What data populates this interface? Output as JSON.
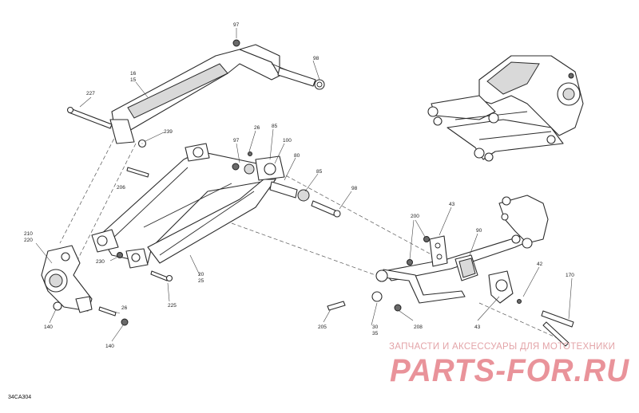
{
  "diagram": {
    "callouts": {
      "c97a": "97",
      "c98a": "98",
      "c15": "15",
      "c16": "16",
      "c227": "227",
      "c239": "239",
      "c26a": "26",
      "c85a": "85",
      "c97b": "97",
      "c100": "100",
      "c80": "80",
      "c85b": "85",
      "c98b": "98",
      "c206": "206",
      "c210": "210",
      "c220": "220",
      "c230": "230",
      "c20": "20",
      "c25": "25",
      "c225": "225",
      "c26b": "26",
      "c140a": "140",
      "c140b": "140",
      "c200": "200",
      "c43a": "43",
      "c90": "90",
      "c42": "42",
      "c170": "170",
      "c205": "205",
      "c30": "30",
      "c35": "35",
      "c208": "208",
      "c43b": "43"
    },
    "drawing_code": "34CA304"
  },
  "watermark": {
    "tagline": "ЗАПЧАСТИ И АКСЕССУАРЫ ДЛЯ МОТОТЕХНИКИ",
    "logo": "PARTS-FOR.RU"
  }
}
